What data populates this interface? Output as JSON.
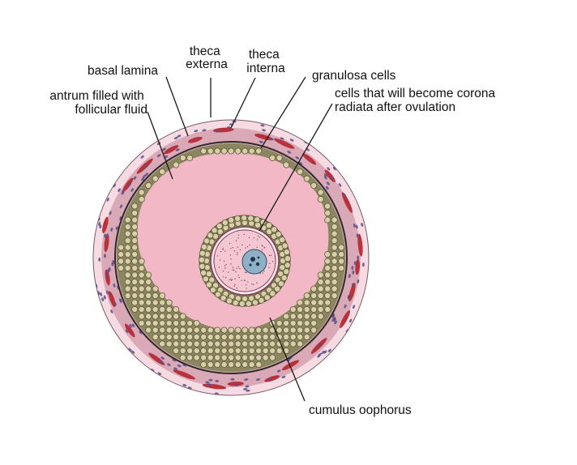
{
  "diagram": {
    "labels": {
      "theca_externa": [
        "theca",
        "externa"
      ],
      "theca_interna": [
        "theca",
        "interna"
      ],
      "basal_lamina": [
        "basal lamina"
      ],
      "antrum": [
        "antrum filled with",
        "follicular fluid"
      ],
      "granulosa_cells": [
        "granulosa cells"
      ],
      "corona_radiata": [
        "cells that will become corona",
        "radiata after ovulation"
      ],
      "cumulus_oophorus": [
        "cumulus oophorus"
      ]
    },
    "colors": {
      "antrum_fluid": "#f2b8c6",
      "outer_connective": "#f6dbe2",
      "granulosa_cell_fill": "#d9cfa6",
      "granulosa_cell_outline": "#5e5a40",
      "theca_blood": "#b8323c",
      "theca_nuclei": "#5a4f86",
      "oocyte": "#f5c7d2",
      "nucleus": "#8fb1c8",
      "line": "#1a1a1a"
    }
  }
}
